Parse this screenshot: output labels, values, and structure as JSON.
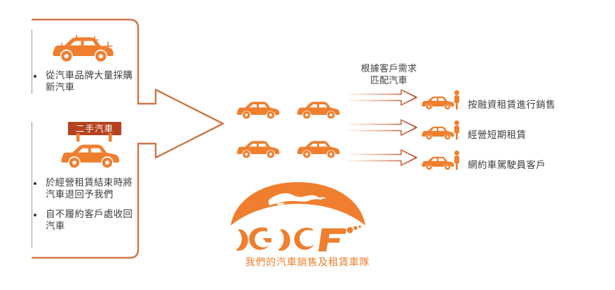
{
  "colors": {
    "orange": "#ef7f2f",
    "orange_dark": "#e2701f",
    "badge_red": "#b5431f",
    "connector": "#d0744a",
    "text": "#3d3d3d",
    "rule": "#9aa0a6",
    "white": "#ffffff"
  },
  "left_panel": {
    "groups": [
      {
        "icon": "new-car-sparkle-icon",
        "bullets": [
          "從汽車品牌大量採購\n新汽車"
        ]
      },
      {
        "icon": "used-car-icon",
        "badge_label": "二手汽車",
        "bullets": [
          "於經營租賃結束時將\n汽車退回予我們",
          "自不履約客戶處收回\n汽車"
        ]
      }
    ]
  },
  "fleet": {
    "icon": "car-icon",
    "count": 4
  },
  "match": {
    "caption": "根據客戶需求\n匹配汽車"
  },
  "outcomes": [
    {
      "icon": "car-with-person-icon",
      "label": "按融資租賃進行銷售"
    },
    {
      "icon": "car-with-person-icon",
      "label": "經營短期租賃"
    },
    {
      "icon": "car-with-person-icon",
      "label": "網約車駕駛員客戶"
    }
  ],
  "logo": {
    "mark": "globe-arc-icon",
    "wordmark": "JGJCF",
    "caption": "我們的汽車銷售及租賃車隊"
  }
}
